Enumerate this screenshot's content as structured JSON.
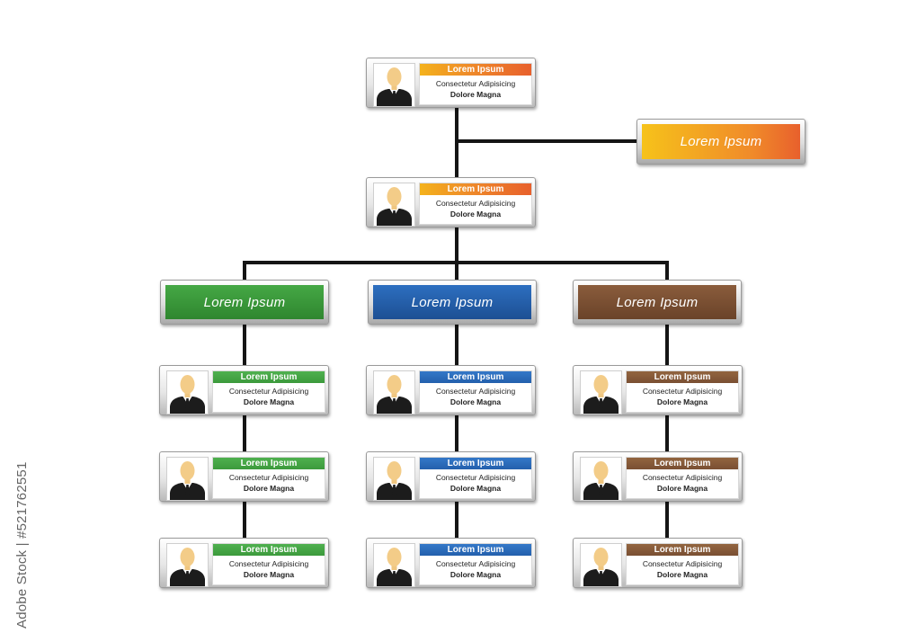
{
  "colors": {
    "orange": "#e8602c",
    "yellow_orange": "#f4b21c",
    "green": "#3c9a3c",
    "blue": "#2360ad",
    "brown": "#7a4f33",
    "connector": "#151515"
  },
  "icons": {
    "person": "person-silhouette-icon"
  },
  "labels": {
    "side": "Lorem Ipsum",
    "green": "Lorem Ipsum",
    "blue": "Lorem Ipsum",
    "brown": "Lorem Ipsum"
  },
  "cards": {
    "top": {
      "title": "Lorem Ipsum",
      "line1": "Consectetur Adipisicing",
      "line2": "Dolore Magna"
    },
    "second": {
      "title": "Lorem Ipsum",
      "line1": "Consectetur Adipisicing",
      "line2": "Dolore Magna"
    },
    "green": [
      {
        "title": "Lorem Ipsum",
        "line1": "Consectetur Adipisicing",
        "line2": "Dolore Magna"
      },
      {
        "title": "Lorem Ipsum",
        "line1": "Consectetur Adipisicing",
        "line2": "Dolore Magna"
      },
      {
        "title": "Lorem Ipsum",
        "line1": "Consectetur Adipisicing",
        "line2": "Dolore Magna"
      }
    ],
    "blue": [
      {
        "title": "Lorem Ipsum",
        "line1": "Consectetur Adipisicing",
        "line2": "Dolore Magna"
      },
      {
        "title": "Lorem Ipsum",
        "line1": "Consectetur Adipisicing",
        "line2": "Dolore Magna"
      },
      {
        "title": "Lorem Ipsum",
        "line1": "Consectetur Adipisicing",
        "line2": "Dolore Magna"
      }
    ],
    "brown": [
      {
        "title": "Lorem Ipsum",
        "line1": "Consectetur Adipisicing",
        "line2": "Dolore Magna"
      },
      {
        "title": "Lorem Ipsum",
        "line1": "Consectetur Adipisicing",
        "line2": "Dolore Magna"
      },
      {
        "title": "Lorem Ipsum",
        "line1": "Consectetur Adipisicing",
        "line2": "Dolore Magna"
      }
    ]
  },
  "credit": "Adobe Stock | #521762551"
}
